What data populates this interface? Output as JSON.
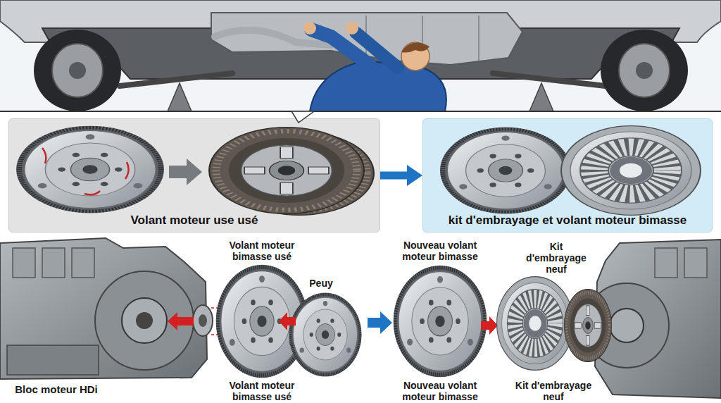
{
  "diagram": {
    "nodes": [
      {
        "text": [
          "Volant moteur use usé"
        ]
      },
      {
        "text": [
          "kit d'embrayage et volant moteur bimasse"
        ]
      }
    ],
    "edges": [
      {
        "from": 0,
        "to": 1,
        "arrow": "to"
      }
    ],
    "labels": [
      "Volant moteur bimasse usé",
      "Peuy",
      "Nouveau volant moteur bimasse",
      "Kit d'embrayage neuf",
      "Bloc moteur HDi",
      "Volant moteur bimasse usé",
      "Nouveau volant moteur bimasse",
      "Kit d'embrayage neuf"
    ]
  }
}
